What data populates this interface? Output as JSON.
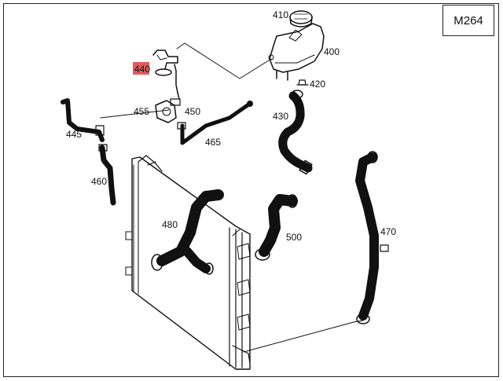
{
  "diagram": {
    "model_code": "M264",
    "highlight_color": "#e05a5a",
    "parts": [
      {
        "id": "410",
        "name": "cap"
      },
      {
        "id": "400",
        "name": "expansion-tank"
      },
      {
        "id": "420",
        "name": "tank-clip"
      },
      {
        "id": "430",
        "name": "tank-hose"
      },
      {
        "id": "440",
        "name": "vent-line-connector",
        "highlighted": true
      },
      {
        "id": "455",
        "name": "thermostat-housing"
      },
      {
        "id": "450",
        "name": "vent-pipe"
      },
      {
        "id": "445",
        "name": "bleed-pipe"
      },
      {
        "id": "465",
        "name": "return-line"
      },
      {
        "id": "460",
        "name": "small-hose"
      },
      {
        "id": "480",
        "name": "lower-radiator-hose"
      },
      {
        "id": "500",
        "name": "upper-radiator-hose"
      },
      {
        "id": "470",
        "name": "long-radiator-hose"
      }
    ]
  }
}
